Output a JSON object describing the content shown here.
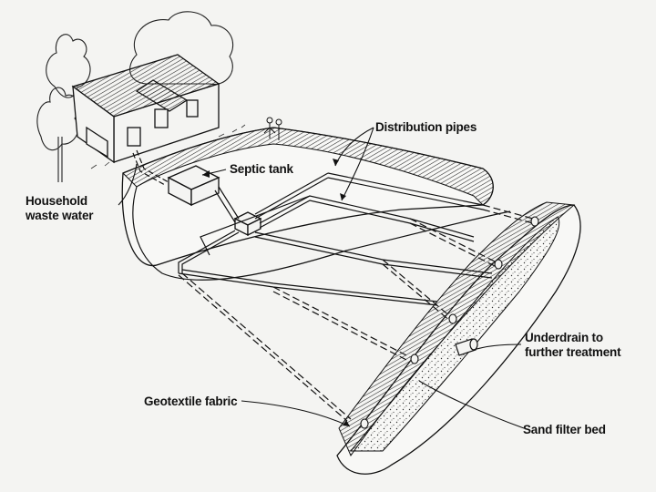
{
  "labels": {
    "household_line1": "Household",
    "household_line2": "waste water",
    "septic_tank": "Septic tank",
    "distribution_pipes": "Distribution pipes",
    "underdrain_line1": "Underdrain to",
    "underdrain_line2": "further treatment",
    "geotextile": "Geotextile fabric",
    "sand_filter": "Sand filter bed"
  },
  "colors": {
    "ink": "#111111",
    "background": "#f4f4f2"
  }
}
